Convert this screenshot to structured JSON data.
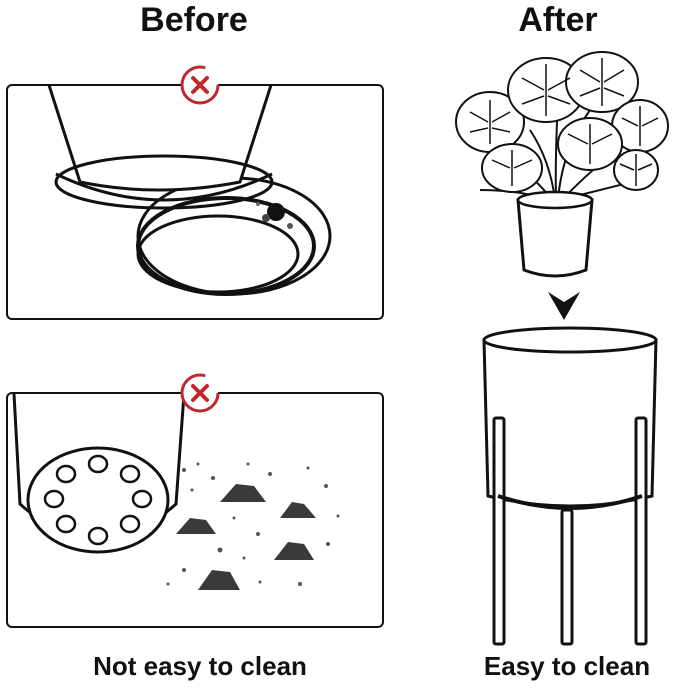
{
  "headings": {
    "before": "Before",
    "after": "After"
  },
  "captions": {
    "left": "Not easy to clean",
    "right": "Easy to clean"
  },
  "colors": {
    "x_mark": "#c0282d",
    "ink": "#111111",
    "dirt": "#3a3a3a"
  },
  "icons": {
    "bad": "x-circle-icon",
    "arrow": "arrow-down-icon"
  }
}
